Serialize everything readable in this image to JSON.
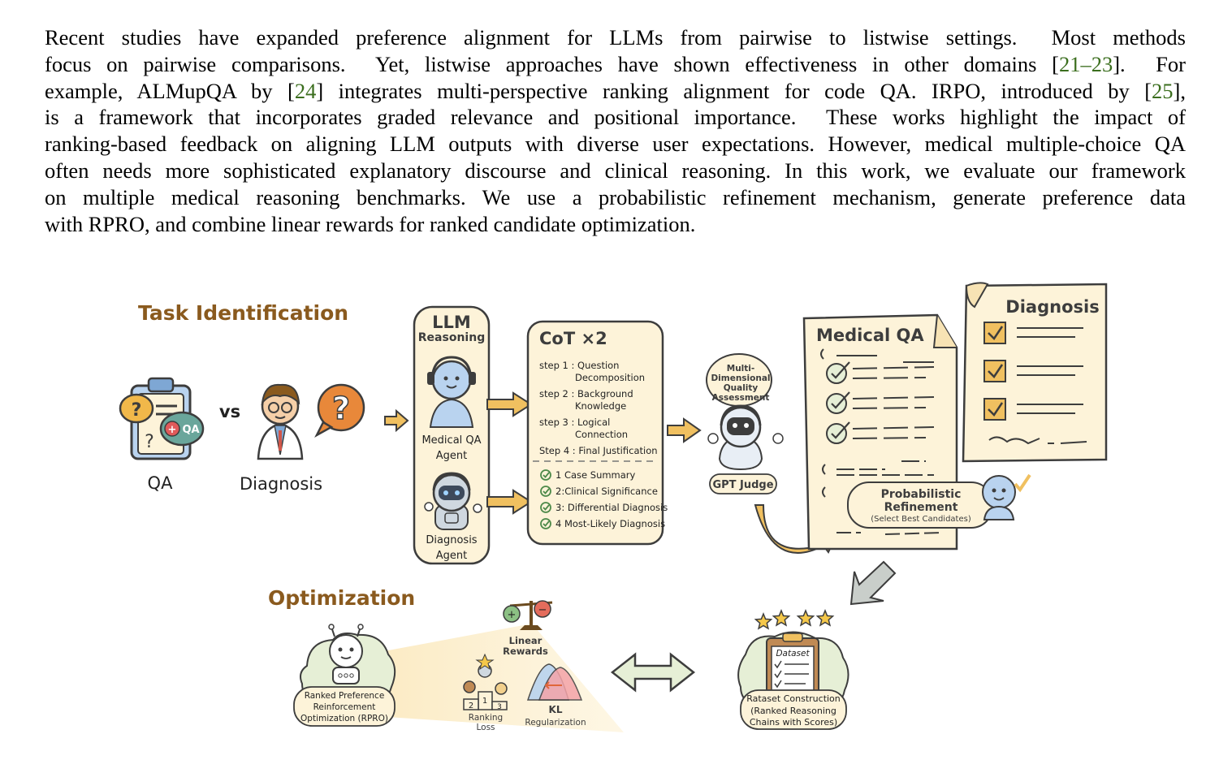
{
  "paragraph": {
    "lines": [
      [
        "Recent studies have expanded preference alignment for LLMs from pairwise to listwise settings.  Most methods"
      ],
      [
        "focus on pairwise comparisons.  Yet, listwise approaches have shown effectiveness in other domains [",
        {
          "cite": "21–23"
        },
        "].  For"
      ],
      [
        "example, ALMupQA by [",
        {
          "cite": "24"
        },
        "] integrates multi-perspective ranking alignment for code QA. IRPO, introduced by [",
        {
          "cite": "25"
        },
        "],"
      ],
      [
        "is a framework that incorporates graded relevance and positional importance.  These works highlight the impact of"
      ],
      [
        "ranking-based feedback on aligning LLM outputs with diverse user expectations. However, medical multiple-choice QA"
      ],
      [
        "often needs more sophisticated explanatory discourse and clinical reasoning. In this work, we evaluate our framework"
      ],
      [
        "on multiple medical reasoning benchmarks. We use a probabilistic refinement mechanism, generate preference data"
      ],
      [
        "with RPRO, and combine linear rewards for ranked candidate optimization."
      ]
    ],
    "cite_color": "#3b6e1e"
  },
  "figure": {
    "task_identification": "Task Identification",
    "qa_label": "QA",
    "vs_label": "vs",
    "diagnosis_label": "Diagnosis",
    "clipboard_badge": "QA",
    "llm_reasoning_title_1": "LLM",
    "llm_reasoning_title_2": "Reasoning",
    "medical_agent_1": "Medical QA",
    "medical_agent_2": "Agent",
    "diagnosis_agent_1": "Diagnosis",
    "diagnosis_agent_2": "Agent",
    "cot_title": "CoT ×2",
    "cot_steps": [
      [
        "step 1 : Question",
        "Decomposition"
      ],
      [
        "step 2 : Background",
        "Knowledge"
      ],
      [
        "step 3 : Logical",
        "Connection"
      ],
      [
        "Step 4 : Final Justification"
      ]
    ],
    "diagnosis_steps": [
      "1 Case Summary",
      "2:Clinical Significance",
      "3: Differential Diagnosis",
      "4 Most-Likely Diagnosis"
    ],
    "quality_bubble": [
      "Multi-",
      "Dimensional",
      "Quality",
      "Assessment"
    ],
    "gpt_judge": "GPT Judge",
    "medical_qa_doc": "Medical QA",
    "diagnosis_doc": "Diagnosis",
    "refinement": [
      "Probabilistic",
      "Refinement",
      "(Select Best Candidates)"
    ],
    "optimization": "Optimization",
    "rpro_label": [
      "Ranked Preference",
      "Reinforcement",
      "Optimization (RPRO)"
    ],
    "linear_rewards": [
      "Linear",
      "Rewards"
    ],
    "ranking_loss": [
      "Ranking",
      "Loss"
    ],
    "kl_reg": [
      "KL",
      "Regularization"
    ],
    "podium": [
      "2",
      "1",
      "3"
    ],
    "dataset_tag": "Dataset",
    "dataset_label": [
      "Rataset Construction",
      "(Ranked Reasoning",
      "Chains with Scores)"
    ],
    "colors": {
      "brown": "#8a5a1e",
      "cream": "#fdf3d9",
      "outline": "#3d3d3d",
      "arrow": "#f0c060",
      "green": "#4e8a4a",
      "blue_bot": "#b9d3ef",
      "gray_arrow": "#c9ceca"
    }
  }
}
